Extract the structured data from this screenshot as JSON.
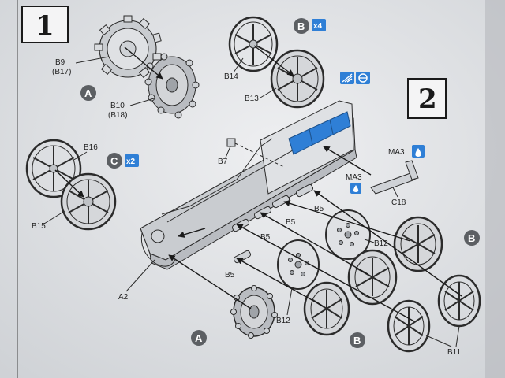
{
  "steps": {
    "step1": "1",
    "step2": "2"
  },
  "badges": {
    "A_top": "A",
    "B_top": "B",
    "B_top_mult": "x4",
    "C": "C",
    "C_mult": "x2",
    "A_bottom": "A",
    "B_right": "B",
    "B_bottom": "B"
  },
  "labels": {
    "B9": "B9",
    "B17": "(B17)",
    "B10": "B10",
    "B18": "(B18)",
    "B14": "B14",
    "B13": "B13",
    "B16": "B16",
    "B15": "B15",
    "B7": "B7",
    "MA3_a": "MA3",
    "MA3_b": "MA3",
    "C18": "C18",
    "B5_a": "B5",
    "B5_b": "B5",
    "B5_c": "B5",
    "B5_d": "B5",
    "B12_a": "B12",
    "B12_b": "B12",
    "A2": "A2",
    "B11": "B11"
  },
  "colors": {
    "paper": "#e9eaec",
    "accent": "#2f7fd6",
    "badge_gray": "#5c5f63",
    "ink": "#222222"
  },
  "icons": [
    "paint-icon",
    "cement-icon",
    "paint-drop-icon"
  ]
}
